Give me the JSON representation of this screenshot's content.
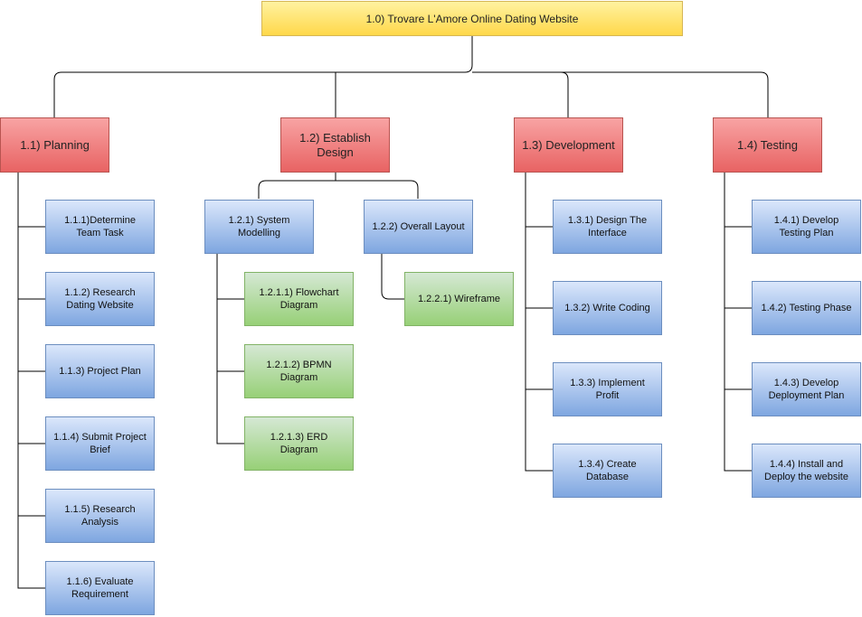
{
  "root": "1.0) Trovare L'Amore Online Dating Website",
  "branches": [
    {
      "label": "1.1) Planning",
      "tasks": [
        "1.1.1)Determine\nTeam Task",
        "1.1.2) Research\nDating Website",
        "1.1.3) Project Plan",
        "1.1.4) Submit Project\nBrief",
        "1.1.5) Research\nAnalysis",
        "1.1.6) Evaluate\nRequirement"
      ]
    },
    {
      "label": "1.2) Establish\nDesign",
      "subbranches": [
        {
          "label": "1.2.1) System\nModelling",
          "tasks": [
            "1.2.1.1) Flowchart\nDiagram",
            "1.2.1.2) BPMN\nDiagram",
            "1.2.1.3) ERD\nDiagram"
          ]
        },
        {
          "label": "1.2.2) Overall Layout",
          "tasks": [
            "1.2.2.1) Wireframe"
          ]
        }
      ]
    },
    {
      "label": "1.3) Development",
      "tasks": [
        "1.3.1) Design The\nInterface",
        "1.3.2) Write Coding",
        "1.3.3) Implement\nProfit",
        "1.3.4) Create\nDatabase"
      ]
    },
    {
      "label": "1.4) Testing",
      "tasks": [
        "1.4.1) Develop\nTesting Plan",
        "1.4.2) Testing Phase",
        "1.4.3) Develop\nDeployment Plan",
        "1.4.4) Install and\nDeploy the website"
      ]
    }
  ],
  "colors": {
    "root_fill": "#ffe066",
    "level1_fill": "#ea6b66",
    "task_fill": "#7ea6e0",
    "subtask_fill": "#97d077",
    "connector": "#000000"
  }
}
